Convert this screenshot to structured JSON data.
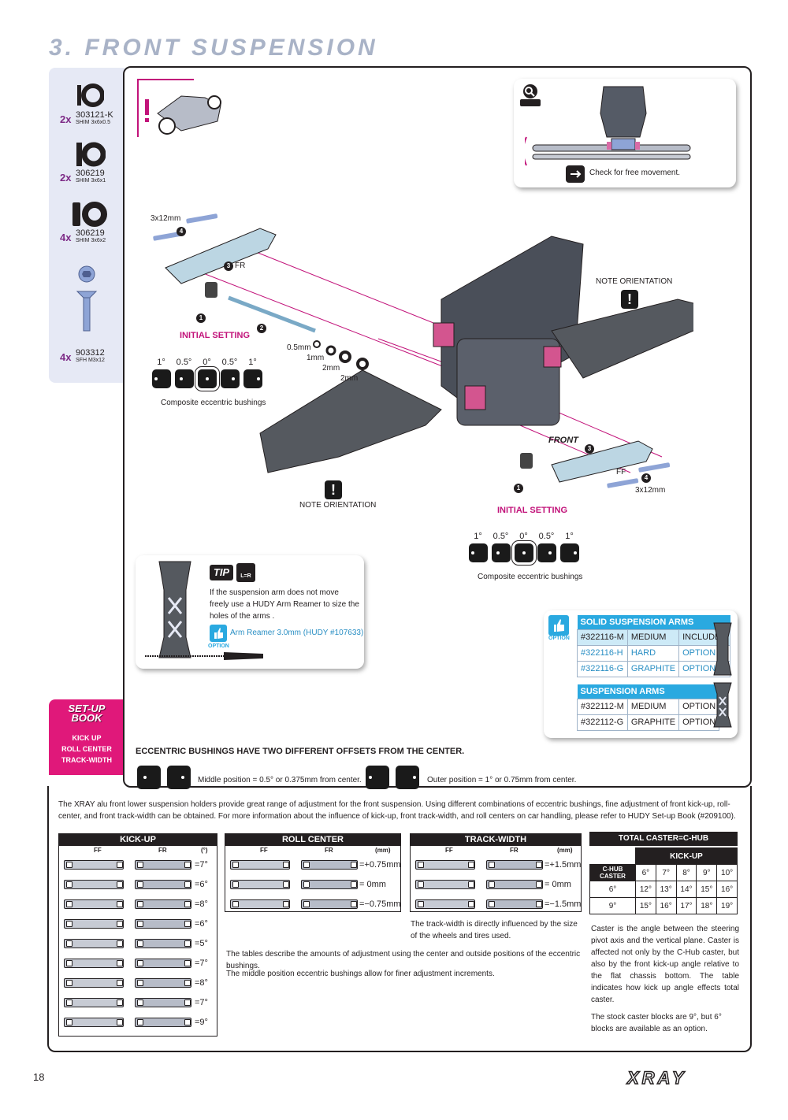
{
  "header": {
    "title": "3. FRONT SUSPENSION"
  },
  "parts": [
    {
      "qty": "2x",
      "code": "303121-K",
      "desc": "SHIM 3x6x0.5"
    },
    {
      "qty": "2x",
      "code": "306219",
      "desc": "SHIM 3x6x1"
    },
    {
      "qty": "4x",
      "code": "306219",
      "desc": "SHIM 3x6x2"
    },
    {
      "qty": "4x",
      "code": "903312",
      "desc": "SFH M3x12"
    }
  ],
  "detail": {
    "text": "Check for free movement."
  },
  "assembly": {
    "screw_top": "3x12mm",
    "badge_1": "1",
    "badge_2": "2",
    "badge_3": "3",
    "badge_4": "4",
    "fr_label": "FR",
    "ff_label": "FF",
    "screw_bottom": "3x12mm",
    "shim_05": "0.5mm",
    "shim_1": "1mm",
    "shim_2a": "2mm",
    "shim_2b": "2mm",
    "note_orientation_right": "NOTE ORIENTATION",
    "note_orientation_left": "NOTE ORIENTATION",
    "front_label": "FRONT",
    "warn_mark": "!"
  },
  "initial_setting_left": {
    "title": "INITIAL SETTING",
    "degrees": [
      "1°",
      "0.5°",
      "0°",
      "0.5°",
      "1°"
    ],
    "caption": "Composite eccentric bushings"
  },
  "initial_setting_right": {
    "title": "INITIAL SETTING",
    "degrees": [
      "1°",
      "0.5°",
      "0°",
      "0.5°",
      "1°"
    ],
    "caption": "Composite eccentric bushings"
  },
  "tip": {
    "badge": "TIP",
    "lr": "L=R",
    "text": "If the suspension arm does not move freely use a HUDY Arm Reamer to size the holes of the arms .",
    "option_text": "Arm Reamer 3.0mm (HUDY #107633)",
    "option_label": "OPTION"
  },
  "options": {
    "option_label": "OPTION",
    "solid_title": "SOLID SUSPENSION ARMS",
    "solid_rows": [
      [
        "#322116-M",
        "MEDIUM",
        "INCLUDED"
      ],
      [
        "#322116-H",
        "HARD",
        "OPTION"
      ],
      [
        "#322116-G",
        "GRAPHITE",
        "OPTION"
      ]
    ],
    "arms_title": "SUSPENSION ARMS",
    "arms_rows": [
      [
        "#322112-M",
        "MEDIUM",
        "OPTION"
      ],
      [
        "#322112-G",
        "GRAPHITE",
        "OPTION"
      ]
    ]
  },
  "setup_book": {
    "logo_1": "SET-UP",
    "logo_2": "BOOK",
    "items": [
      "KICK UP",
      "ROLL CENTER",
      "TRACK-WIDTH"
    ]
  },
  "eccentric": {
    "title": "ECCENTRIC BUSHINGS HAVE TWO DIFFERENT OFFSETS FROM THE CENTER.",
    "middle": "Middle position = 0.5° or 0.375mm from center.",
    "outer": "Outer position = 1° or 0.75mm from center."
  },
  "intro": "The XRAY alu front lower suspension holders provide great range of adjustment for the front suspension. Using different combinations of eccentric bushings, fine adjustment of front kick-up, roll-center, and front track-width can be obtained. For more information about the influence of  kick-up, front track-width, and roll centers on car handling, please refer to HUDY Set-up Book (#209100).",
  "kickup": {
    "title": "KICK-UP",
    "ff": "FF",
    "fr": "FR",
    "unit": "(°)",
    "values": [
      "=7°",
      "=6°",
      "=8°",
      "=6°",
      "=5°",
      "=7°",
      "=8°",
      "=7°",
      "=9°"
    ]
  },
  "roll_center": {
    "title": "ROLL CENTER",
    "ff": "FF",
    "fr": "FR",
    "unit": "(mm)",
    "values": [
      "=+0.75mm",
      "=   0mm",
      "=−0.75mm"
    ],
    "note_1": "The tables describe the amounts of adjustment using the center and outside positions of the eccentric bushings.",
    "note_2": "The middle position eccentric bushings allow for finer adjustment increments."
  },
  "track_width": {
    "title": "TRACK-WIDTH",
    "ff": "FF",
    "fr": "FR",
    "unit": "(mm)",
    "values": [
      "=+1.5mm",
      "=   0mm",
      "=−1.5mm"
    ],
    "note": "The track-width is directly influenced by the size of the wheels and tires used."
  },
  "caster": {
    "title": "TOTAL CASTER=C-HUB CASTER+KICK UP",
    "kickup_label": "KICK-UP",
    "chub_label": "C-HUB CASTER",
    "kickup_cols": [
      "6°",
      "7°",
      "8°",
      "9°",
      "10°"
    ],
    "rows": [
      {
        "chub": "6°",
        "vals": [
          "12°",
          "13°",
          "14°",
          "15°",
          "16°"
        ]
      },
      {
        "chub": "9°",
        "vals": [
          "15°",
          "16°",
          "17°",
          "18°",
          "19°"
        ]
      }
    ],
    "text_1": "Caster is the angle between the steering pivot axis and the vertical plane. Caster is affected not only by the C-Hub caster, but also by the front kick-up angle relative to the flat chassis bottom. The table indicates how kick up angle effects total caster.",
    "text_2": "The stock caster blocks are 9°, but 6° blocks are available as an option."
  },
  "footer": {
    "page": "18",
    "brand": "XRAY"
  },
  "colors": {
    "magenta": "#c2137a",
    "blue": "#2aa9e0",
    "purple": "#7d2a86",
    "title_grey": "#a9b3c7",
    "pink_block": "#e0187a"
  }
}
